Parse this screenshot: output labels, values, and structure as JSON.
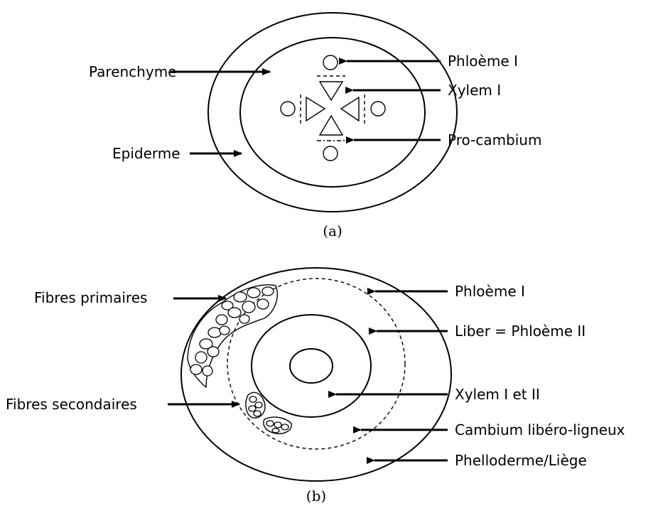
{
  "figure_a": {
    "caption": "(a)",
    "labels": {
      "phloeme": "Phloème I",
      "xylem": "Xylem I",
      "procambium": "Pro-cambium",
      "parenchyme": "Parenchyme",
      "epiderme": "Epiderme"
    }
  },
  "figure_b": {
    "caption": "(b)",
    "labels": {
      "fibres_primaires": "Fibres primaires",
      "fibres_secondaires": "Fibres secondaires",
      "phloeme_1": "Phloème I",
      "liber": "Liber = Phloème II",
      "xylem": "Xylem I et II",
      "cambium": "Cambium libéro-ligneux",
      "phelloderme": "Phelloderme/Liège"
    }
  }
}
